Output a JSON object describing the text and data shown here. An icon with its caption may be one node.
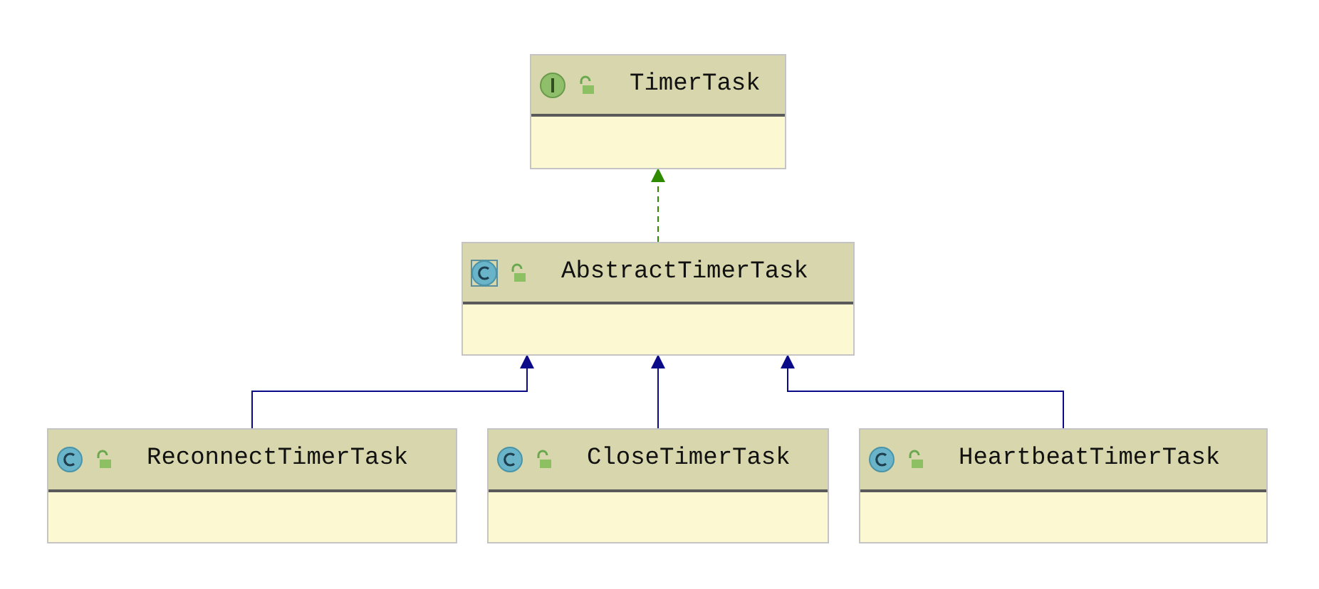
{
  "diagram": {
    "nodes": [
      {
        "text": [
          "TimerTask"
        ]
      },
      {
        "text": [
          "AbstractTimerTask"
        ]
      },
      {
        "text": [
          "ReconnectTimerTask"
        ]
      },
      {
        "text": [
          "CloseTimerTask"
        ]
      },
      {
        "text": [
          "HeartbeatTimerTask"
        ]
      }
    ],
    "edges": [
      {
        "from": 1,
        "to": 0,
        "arrow": "to",
        "style": "dashed",
        "color": "#2e8b00"
      },
      {
        "from": 2,
        "to": 1,
        "arrow": "to"
      },
      {
        "from": 3,
        "to": 1,
        "arrow": "to"
      },
      {
        "from": 4,
        "to": 1,
        "arrow": "to"
      }
    ]
  }
}
